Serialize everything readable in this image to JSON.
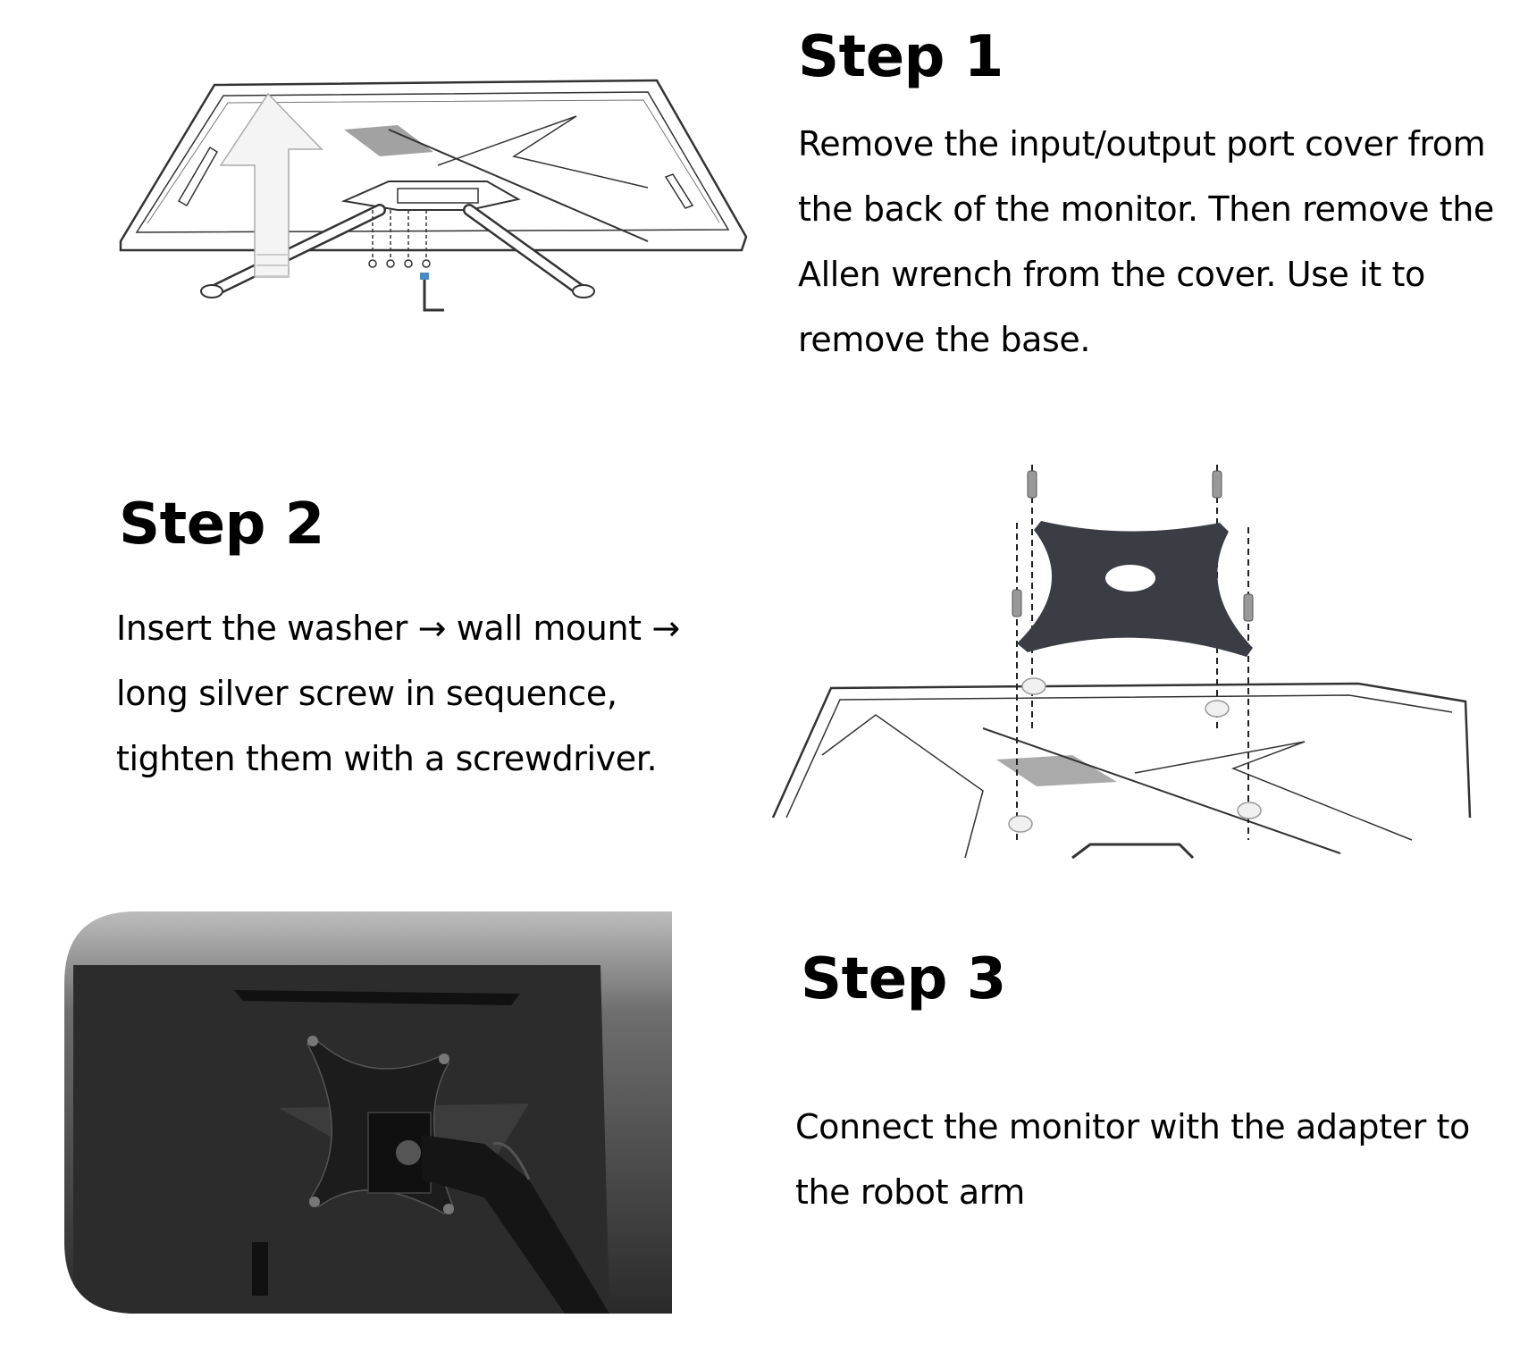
{
  "steps": [
    {
      "title": "Step 1",
      "text": "Remove the input/output port cover from the back of the monitor. Then remove the Allen wrench from the cover. Use it to remove the base."
    },
    {
      "title": "Step 2",
      "text": "Insert the washer → wall mount → long silver screw in sequence, tighten them with a screwdriver."
    },
    {
      "title": "Step 3",
      "text": "Connect the monitor with the adapter to the robot arm"
    }
  ],
  "colors": {
    "text": "#000000",
    "line_art": "#333333",
    "plate": "#3a3d44",
    "photo_dark": "#2b2b2b"
  }
}
